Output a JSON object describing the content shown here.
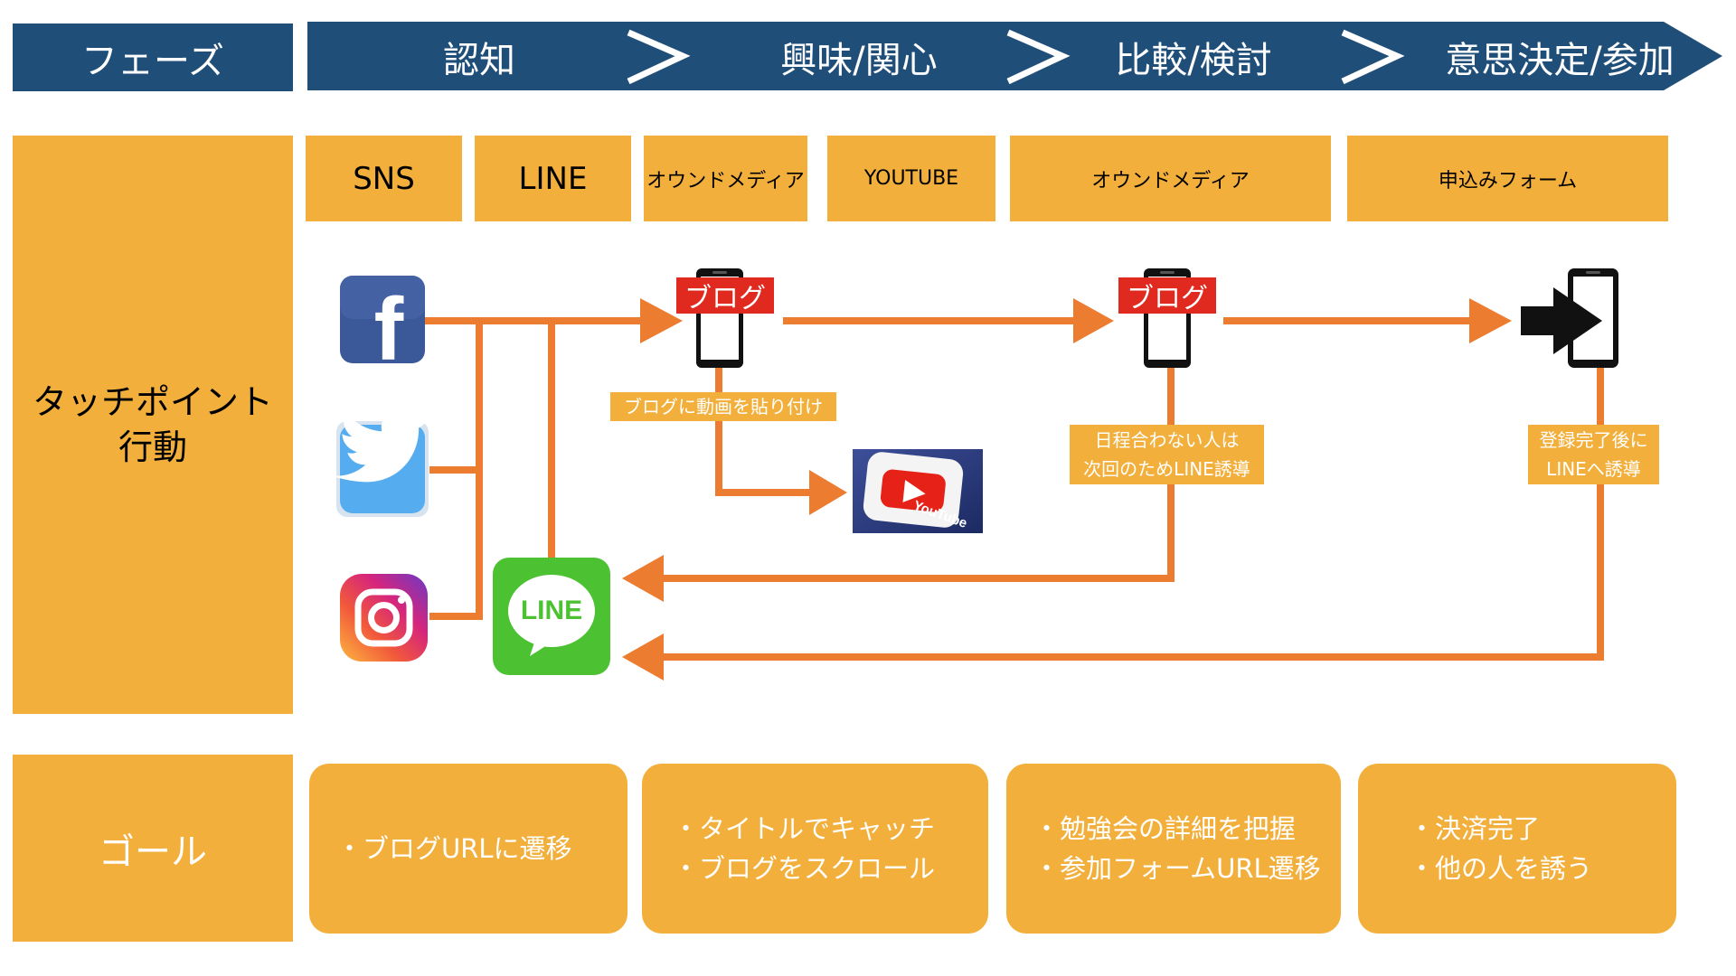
{
  "phase_bar": {
    "label": "フェーズ",
    "phases": [
      "認知",
      "興味/関心",
      "比較/検討",
      "意思決定/参加"
    ]
  },
  "touchpoint_section": {
    "label_line1": "タッチポイント",
    "label_line2": "行動",
    "touchpoints": [
      "SNS",
      "LINE",
      "オウンドメディア",
      "YOUTUBE",
      "オウンドメディア",
      "申込みフォーム"
    ]
  },
  "flow": {
    "blog_badge_1": "ブログ",
    "blog_badge_2": "ブログ",
    "note_embed_video": "ブログに動画を貼り付け",
    "note_schedule_line1": "日程合わない人は",
    "note_schedule_line2": "次回のためLINE誘導",
    "note_after_register_line1": "登録完了後に",
    "note_after_register_line2": "LINEへ誘導",
    "line_logo_text": "LINE",
    "youtube_logo_text": "YouTube"
  },
  "goal_section": {
    "label": "ゴール",
    "goals": [
      [
        "・ブログURLに遷移"
      ],
      [
        "・タイトルでキャッチ",
        "・ブログをスクロール"
      ],
      [
        "・勉強会の詳細を把握",
        "・参加フォームURL遷移"
      ],
      [
        "・決済完了",
        "・他の人を誘う"
      ]
    ]
  },
  "colors": {
    "navy": "#1f4e79",
    "orange_box": "#f2af3b",
    "arrow_orange": "#ec7c30",
    "blog_red": "#e0291f",
    "facebook": "#3b5998",
    "twitter": "#55acee",
    "line_green": "#4cc232",
    "youtube_red": "#e62117"
  }
}
